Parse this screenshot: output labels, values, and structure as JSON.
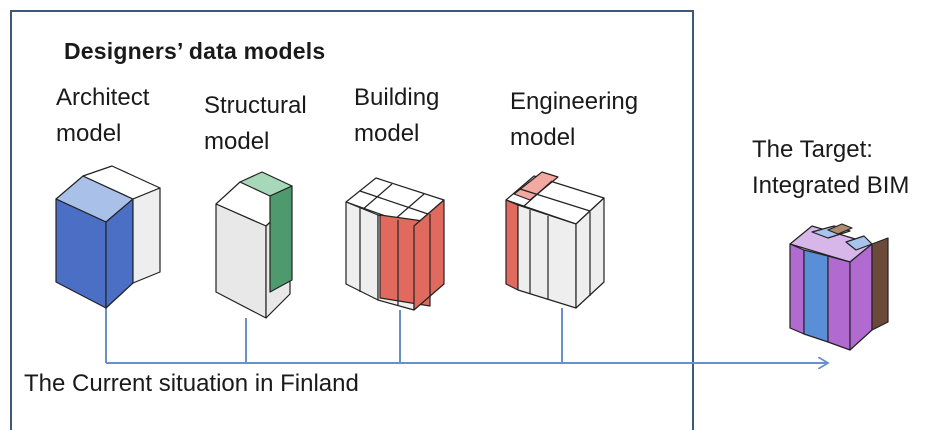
{
  "heading": "Designers’ data models",
  "models": [
    {
      "line1": "Architect",
      "line2": "model",
      "accent": "#4a6fc4"
    },
    {
      "line1": "Structural",
      "line2": "model",
      "accent": "#4e9a6e"
    },
    {
      "line1": "Building",
      "line2": "model",
      "accent": "#e06a5e"
    },
    {
      "line1": "Engineering",
      "line2": "model",
      "accent": "#e06a5e"
    }
  ],
  "target": {
    "line1": "The Target:",
    "line2": "Integrated BIM"
  },
  "current_situation": "The Current situation in Finland",
  "colors": {
    "frame": "#3d5a7a",
    "connector": "#6a90c8",
    "cube_face": "#e8e8e8",
    "cube_top": "#ffffff",
    "outline": "#222222",
    "bim_purple": "#b06ad0",
    "bim_blue": "#5a8fd8",
    "bim_brown": "#6b4a3a"
  }
}
